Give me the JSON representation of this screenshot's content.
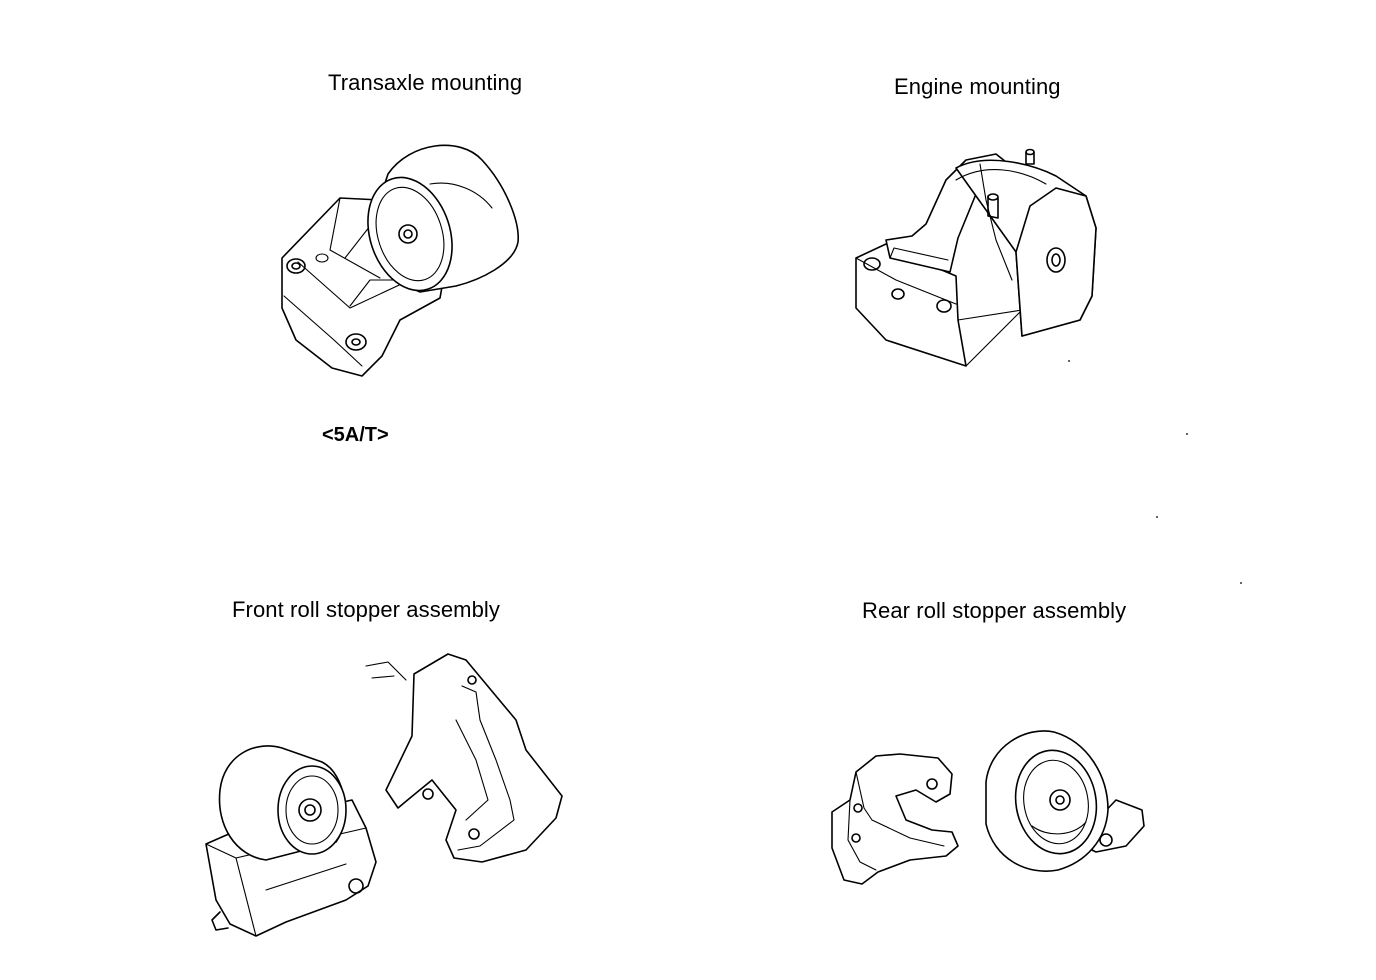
{
  "diagram": {
    "transaxle": {
      "title": "Transaxle mounting",
      "code": "<5A/T>"
    },
    "engine": {
      "title": "Engine mounting"
    },
    "front_roll": {
      "title": "Front roll stopper assembly"
    },
    "rear_roll": {
      "title": "Rear roll stopper assembly"
    }
  }
}
